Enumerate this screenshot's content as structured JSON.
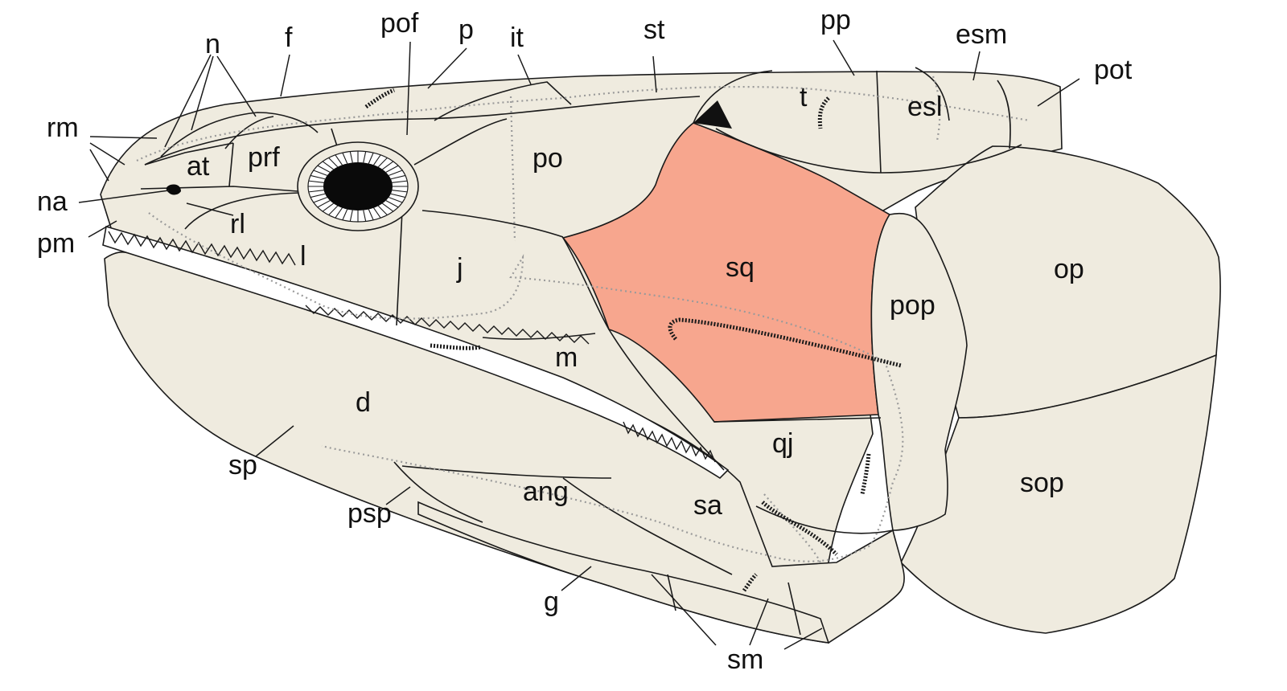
{
  "colors": {
    "bone_fill": "#efebdf",
    "squamosal_fill": "#f7a68e",
    "outline": "#1a1a1a",
    "sensory_canal": "#9a9a9a",
    "background": "#ffffff"
  },
  "labels": {
    "n": "n",
    "f": "f",
    "pof": "pof",
    "p": "p",
    "it": "it",
    "st": "st",
    "pp": "pp",
    "esm": "esm",
    "pot": "pot",
    "rm": "rm",
    "na": "na",
    "pm": "pm",
    "at": "at",
    "prf": "prf",
    "po": "po",
    "t": "t",
    "esl": "esl",
    "rl": "rl",
    "l": "l",
    "j": "j",
    "sq": "sq",
    "pop": "pop",
    "op": "op",
    "m": "m",
    "d": "d",
    "qj": "qj",
    "sop": "sop",
    "sp": "sp",
    "psp": "psp",
    "ang": "ang",
    "sa": "sa",
    "g": "g",
    "sm": "sm"
  }
}
